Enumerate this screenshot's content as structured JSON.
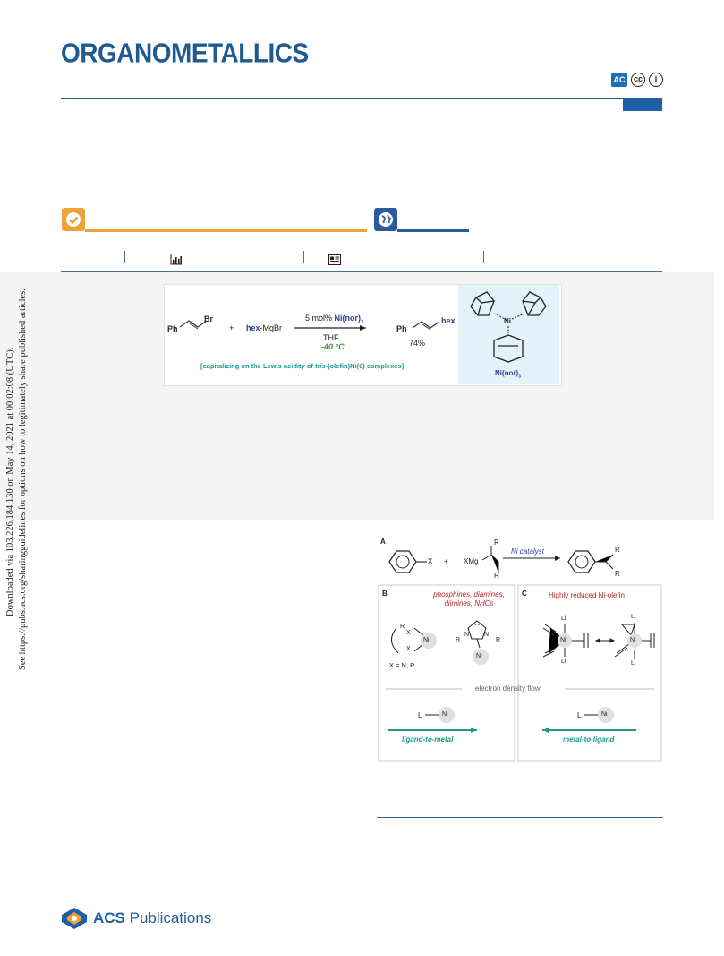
{
  "journal": {
    "title": "ORGANOMETALLICS",
    "license_icons": [
      "ac-icon",
      "cc-icon",
      "by-icon"
    ]
  },
  "side_note": {
    "line1": "Downloaded via 103.226.184.130 on May 14, 2021 at 00:02:08 (UTC).",
    "line2": "See https://pubs.acs.org/sharingguidelines for options on how to legitimately share published articles."
  },
  "toc_graphic": {
    "reactant1_ph": "Ph",
    "reactant1_br": "Br",
    "plus": "+",
    "reactant2_hex": "hex",
    "reactant2_rest": "-MgBr",
    "catalyst_prefix": "5 mol% ",
    "catalyst_name": "Ni(nor)",
    "catalyst_sub": "3",
    "solvent": "THF",
    "temperature": "-40 °C",
    "product_ph": "Ph",
    "product_hex": "hex",
    "yield": "74%",
    "caption_pre": "[capitalizing on the Lewis acidity of ",
    "caption_italic": "tris",
    "caption_post": "-(olefin)Ni(0) complexes]",
    "complex_ni": "Ni",
    "complex_label": "Ni(nor)",
    "complex_label_sub": "3"
  },
  "figure": {
    "panel_a_label": "A",
    "panel_a_x": "X",
    "panel_a_plus": "+",
    "panel_a_xmg": "XMg",
    "panel_a_r1": "R",
    "panel_a_r2": "R",
    "panel_a_catalyst": "Ni catalyst",
    "panel_a_pr1": "R",
    "panel_a_pr2": "R",
    "panel_b_label": "B",
    "panel_b_title_1": "phosphines, diamines,",
    "panel_b_title_2": "diimines, NHCs",
    "panel_b_r": "R",
    "panel_b_x": "X",
    "panel_b_ni": "Ni",
    "panel_b_xdef": "X = N, P",
    "panel_b_n": "N",
    "panel_c_label": "C",
    "panel_c_title": "Highly reduced Ni-olefin",
    "panel_c_li": "Li",
    "panel_c_ni": "Ni",
    "flow_label": "electron density flow",
    "l_label": "L",
    "ni_label": "Ni",
    "ligand_to_metal": "ligand-to-metal",
    "metal_to_ligand": "metal-to-ligand"
  },
  "footer": {
    "publisher_bold": "ACS",
    "publisher_rest": " Publications"
  },
  "colors": {
    "brand_blue": "#1f5a91",
    "orange": "#f0a23a",
    "badge_blue": "#2c5aa0",
    "teal": "#1a9a8a",
    "red_label": "#b5262b",
    "green_temp": "#2e9a2e"
  }
}
